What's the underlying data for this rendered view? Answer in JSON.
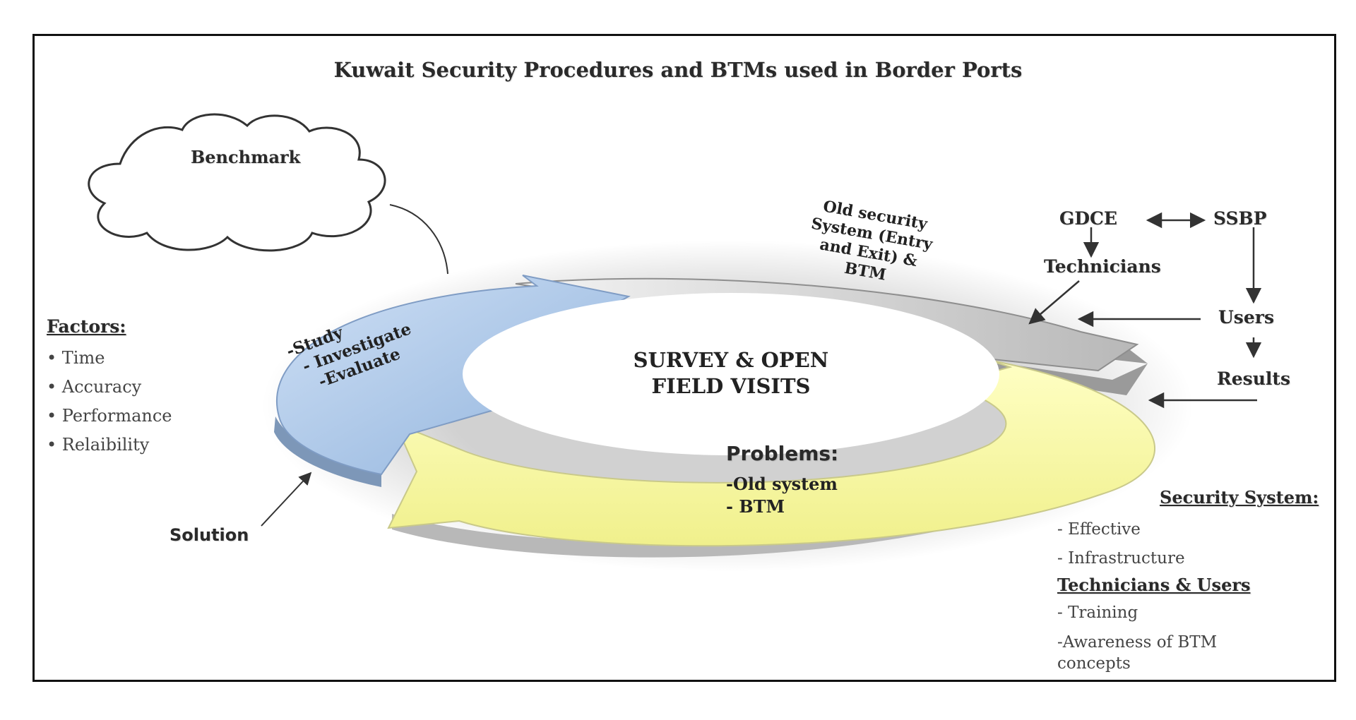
{
  "title": "Kuwait Security Procedures and BTMs used in Border Ports",
  "benchmark": "Benchmark",
  "factors": {
    "heading": "Factors:",
    "items": [
      "• Time",
      "• Accuracy",
      "• Performance",
      "• Relaibility"
    ]
  },
  "cycle": {
    "center_line1": "SURVEY & OPEN",
    "center_line2": "FIELD VISITS",
    "blue_items": [
      "-Study",
      "- Investigate",
      "-Evaluate"
    ],
    "gray_lines": [
      "Old security",
      "System (Entry",
      "and Exit) &",
      "BTM"
    ],
    "problems_heading": "Problems:",
    "problems_items": [
      "-Old system",
      "- BTM"
    ]
  },
  "solution": "Solution",
  "stakeholders": {
    "gdce": "GDCE",
    "ssbp": "SSBP",
    "technicians": "Technicians",
    "users": "Users",
    "results": "Results"
  },
  "security_system": {
    "heading": "Security System:",
    "items": [
      "-  Effective",
      "- Infrastructure"
    ]
  },
  "tech_users": {
    "heading": "Technicians & Users",
    "items": [
      "- Training",
      "-Awareness of  BTM",
      "concepts"
    ]
  },
  "colors": {
    "blue_segment": "#a9c6e8",
    "gray_segment": "#d4d4d4",
    "yellow_segment": "#fafaa8",
    "arrow_line": "#333333"
  }
}
